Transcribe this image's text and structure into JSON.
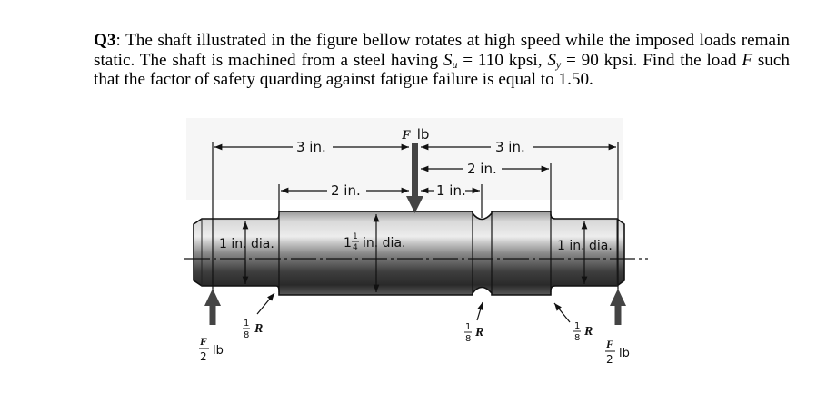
{
  "question": {
    "label": "Q3",
    "sep": ":",
    "line1": "The shaft illustrated in the figure bellow rotates at high speed while the imposed loads",
    "line2a": "remain static. The shaft is machined from a steel having ",
    "su_sym": "S",
    "su_sub": "u",
    "su_val": " = 110 kpsi, ",
    "sy_sym": "S",
    "sy_sub": "y",
    "sy_val": " = 90 kpsi. Find the",
    "line3a": "load ",
    "f_sym": "F",
    "line3b": " such that the factor of safety quarding against fatigue failure is equal to 1.50."
  },
  "figure": {
    "load_label_sym": "F",
    "load_label_unit": "lb",
    "dims": {
      "left_3in": "3 in.",
      "right_3in": "3 in.",
      "left_2in": "2 in.",
      "right_2in": "2 in.",
      "one_in": "1 in."
    },
    "diameters": {
      "left": "1 in. dia.",
      "middle_whole": "1",
      "middle_num": "1",
      "middle_den": "4",
      "middle_rest": "in. dia.",
      "right": "1 in. dia."
    },
    "fillets": {
      "num": "1",
      "den": "8",
      "sym": "R"
    },
    "reactions": {
      "num": "F",
      "den": "2",
      "unit": "lb"
    }
  }
}
